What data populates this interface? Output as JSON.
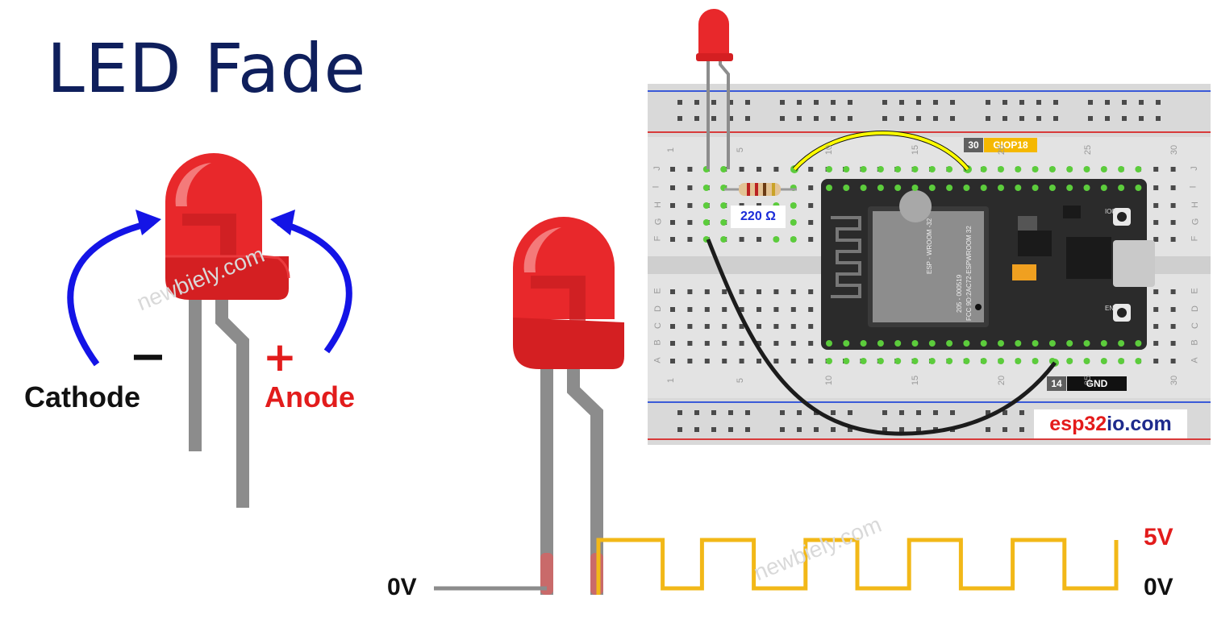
{
  "title": "LED Fade",
  "labels": {
    "cathode": "Cathode",
    "anode": "Anode",
    "minus": "−",
    "plus": "+",
    "resistor": "220 Ω",
    "high_voltage": "5V",
    "low_voltage_signal": "0V",
    "low_voltage_ground": "0V"
  },
  "pins": {
    "signal": {
      "number": "30",
      "name": "GIOP18"
    },
    "ground": {
      "number": "14",
      "name": "GND"
    }
  },
  "brand": {
    "prefix": "esp32",
    "highlight": "io",
    "suffix": ".com"
  },
  "watermark": "newbiely.com",
  "chip": {
    "module": "ESP - WROOM -32",
    "part": "205 - 000519",
    "fcc": "FCC 9D:2AC72-ESPWROOM 32",
    "button_io0": "IO0",
    "button_en": "EN"
  },
  "breadboard": {
    "columns_top": [
      "1",
      "5",
      "10",
      "15",
      "20",
      "25",
      "30"
    ],
    "columns_bottom": [
      "1",
      "5",
      "10",
      "15",
      "20",
      "25",
      "30"
    ],
    "rows_top": [
      "J",
      "I",
      "H",
      "G",
      "F"
    ],
    "rows_bottom": [
      "E",
      "D",
      "C",
      "B",
      "A"
    ]
  },
  "pwm": {
    "cycles": 5,
    "duty": 0.5
  },
  "colors": {
    "title": "#0f1f5c",
    "led_red": "#e8282b",
    "arrow_blue": "#1414e6",
    "anode_red": "#e21c1c",
    "pwm_signal": "#f2b818",
    "wire_yellow": "#ffff00",
    "wire_black": "#1c1c1c",
    "pin_tag_yellow": "#f5b800",
    "board_dark": "#2b2b2b",
    "brand_red": "#e41b1b",
    "brand_blue": "#1e2a8c"
  }
}
